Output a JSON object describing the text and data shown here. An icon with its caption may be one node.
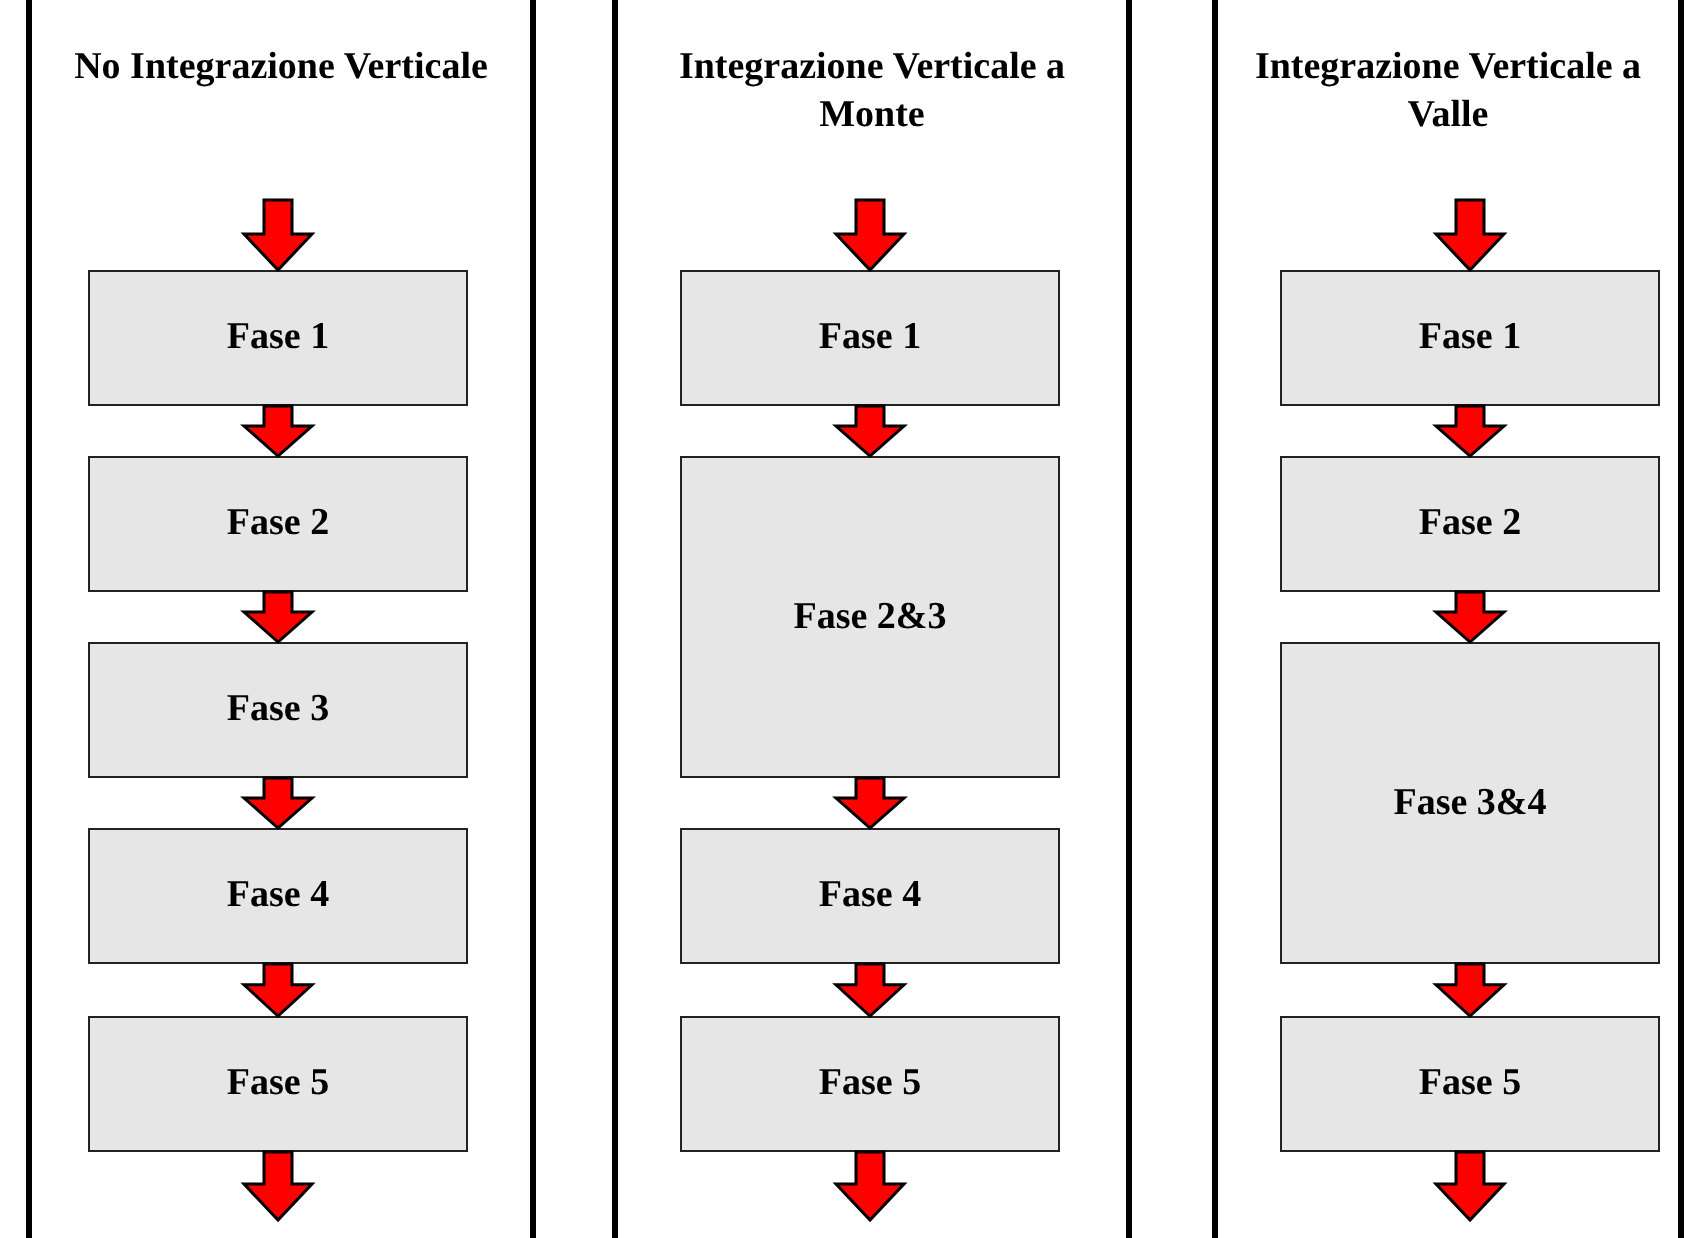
{
  "diagram": {
    "nodes": [
      {
        "text": [
          "No Integrazione Verticale"
        ]
      },
      {
        "text": [
          "Fase 1"
        ],
        "in": 0
      },
      {
        "text": [
          "Fase 2"
        ],
        "in": 0
      },
      {
        "text": [
          "Fase 3"
        ],
        "in": 0
      },
      {
        "text": [
          "Fase 4"
        ],
        "in": 0
      },
      {
        "text": [
          "Fase 5"
        ],
        "in": 0
      },
      {
        "text": [
          "Integrazione Verticale a Monte"
        ]
      },
      {
        "text": [
          "Fase 1"
        ],
        "in": 6
      },
      {
        "text": [
          "Fase 2&3"
        ],
        "in": 6
      },
      {
        "text": [
          "Fase 4"
        ],
        "in": 6
      },
      {
        "text": [
          "Fase 5"
        ],
        "in": 6
      },
      {
        "text": [
          "Integrazione Verticale a Valle"
        ]
      },
      {
        "text": [
          "Fase 1"
        ],
        "in": 11
      },
      {
        "text": [
          "Fase 2"
        ],
        "in": 11
      },
      {
        "text": [
          "Fase 3&4"
        ],
        "in": 11
      },
      {
        "text": [
          "Fase 5"
        ],
        "in": 11
      }
    ],
    "edges": [
      {
        "from": null,
        "to": 1,
        "arrow": "to"
      },
      {
        "from": 1,
        "to": 2,
        "arrow": "to"
      },
      {
        "from": 2,
        "to": 3,
        "arrow": "to"
      },
      {
        "from": 3,
        "to": 4,
        "arrow": "to"
      },
      {
        "from": 4,
        "to": 5,
        "arrow": "to"
      },
      {
        "from": 5,
        "to": null,
        "arrow": "to"
      },
      {
        "from": null,
        "to": 7,
        "arrow": "to"
      },
      {
        "from": 7,
        "to": 8,
        "arrow": "to"
      },
      {
        "from": 8,
        "to": 9,
        "arrow": "to"
      },
      {
        "from": 9,
        "to": 10,
        "arrow": "to"
      },
      {
        "from": 10,
        "to": null,
        "arrow": "to"
      },
      {
        "from": null,
        "to": 12,
        "arrow": "to"
      },
      {
        "from": 12,
        "to": 13,
        "arrow": "to"
      },
      {
        "from": 13,
        "to": 14,
        "arrow": "to"
      },
      {
        "from": 14,
        "to": 15,
        "arrow": "to"
      },
      {
        "from": 15,
        "to": null,
        "arrow": "to"
      }
    ]
  }
}
